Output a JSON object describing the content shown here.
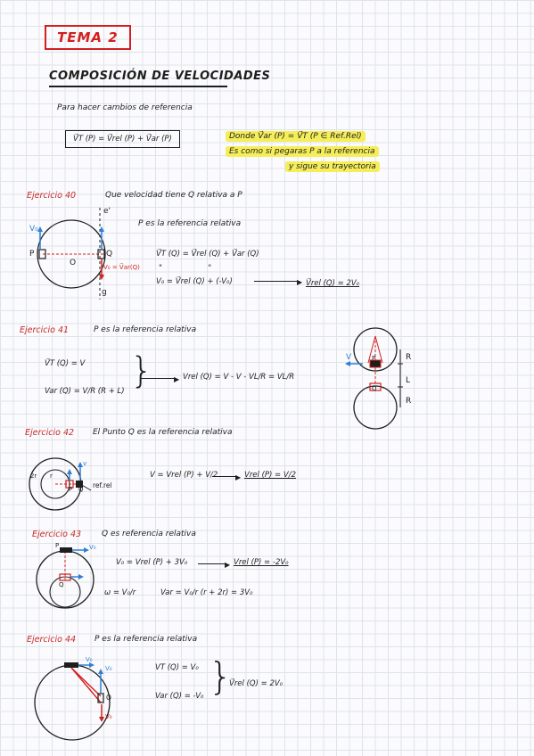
{
  "header": {
    "tema": "TEMA 2",
    "title": "COMPOSICIÓN DE VELOCIDADES",
    "intro": "Para hacer cambios de referencia",
    "formula_box": "V⃗T (P) = V⃗rel (P) + V⃗ar (P)",
    "note_line1": "Donde  V⃗ar (P) = V⃗T (P ∈ Ref.Rel)",
    "note_line2": "Es como si pegaras P a la referencia",
    "note_line3": "y sigue su trayectoria"
  },
  "ex40": {
    "label": "Ejercicio 40",
    "question": "Que velocidad tiene Q relativa a P",
    "statement": "P es la referencia relativa",
    "eq1": "V⃗T (Q) = V⃗rel (Q) + V⃗ar (Q)",
    "eq2": "V₀  =  V⃗rel (Q) + (-V₀)",
    "result": "V⃗rel (Q) = 2V₀",
    "fig_labels": {
      "p": "P",
      "q": "Q",
      "o": "O",
      "v0": "V₀",
      "var": "V₀ = V⃗ar(Q)",
      "eprime": "e'",
      "g": "g"
    }
  },
  "ex41": {
    "label": "Ejercicio 41",
    "statement": "P es la referencia relativa",
    "eq1": "V⃗T (Q) = V",
    "eq2": "Var (Q) = V/R (R + L)",
    "eq3": "Vrel (Q) = V - V - VL/R  =  VL/R",
    "fig_labels": {
      "p": "P",
      "q": "Q",
      "r1": "R",
      "l": "L",
      "r2": "R",
      "v": "V"
    }
  },
  "ex42": {
    "label": "Ejercicio 42",
    "statement": "El Punto Q es la referencia relativa",
    "eq1": "V = Vrel (P) + V/2",
    "result": "Vrel (P) = V/2",
    "fig_labels": {
      "r2": "2r",
      "r": "r",
      "p": "P",
      "q": "Q",
      "ref": "ref.rel",
      "v": "v"
    }
  },
  "ex43": {
    "label": "Ejercicio 43",
    "statement": "Q es referencia relativa",
    "eq1": "V₀ = Vrel (P) + 3V₀",
    "result": "Vrel (P) = -2V₀",
    "eq2": "ω = V₀/r",
    "eq3": "Var = V₀/r (r + 2r) = 3V₀",
    "fig_labels": {
      "p": "P",
      "q": "Q",
      "v0": "V₀"
    }
  },
  "ex44": {
    "label": "Ejercicio 44",
    "statement": "P es la referencia relativa",
    "eq1": "VT (Q) = V₀",
    "eq2": "Var (Q) = -V₀",
    "result": "V⃗rel (Q) = 2V₀",
    "fig_labels": {
      "v0a": "V₀",
      "v0b": "V₀",
      "q": "Q",
      "v0c": "V₀"
    }
  },
  "colors": {
    "red": "#d21f1f",
    "blue": "#2f7fd6",
    "highlight": "#f5ee5a",
    "ink": "#1e1e1e"
  }
}
